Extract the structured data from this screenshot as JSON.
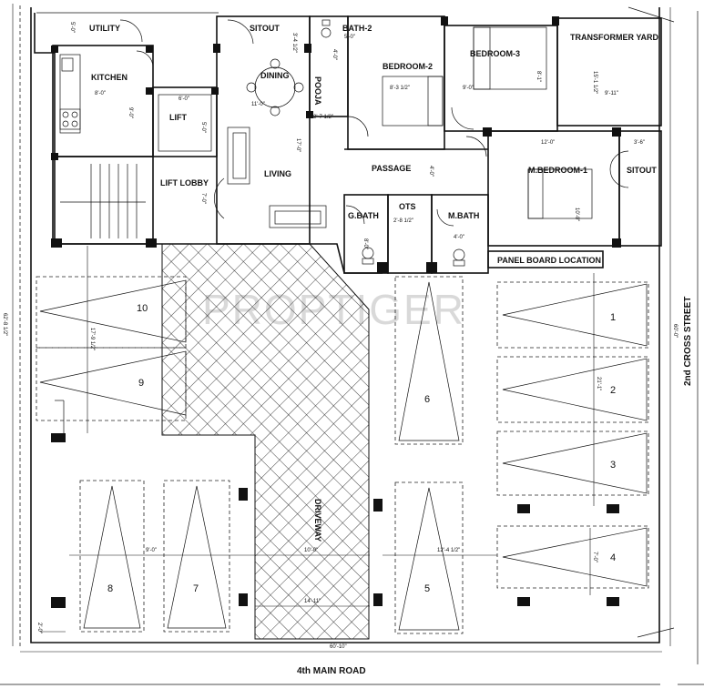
{
  "rooms": {
    "utility": "UTILITY",
    "kitchen": "KITCHEN",
    "lift": "LIFT",
    "lift_lobby": "LIFT LOBBY",
    "sitout_top": "SITOUT",
    "dining": "DINING",
    "living": "LIVING",
    "pooja": "POOJA",
    "bath2": "BATH-2",
    "bedroom2": "BEDROOM-2",
    "bedroom3": "BEDROOM-3",
    "transformer_yard": "TRANSFORMER YARD",
    "passage": "PASSAGE",
    "mbedroom1": "M.BEDROOM-1",
    "sitout_right": "SITOUT",
    "gbath": "G.BATH",
    "ots": "OTS",
    "mbath": "M.BATH",
    "panel_board": "PANEL BOARD LOCATION",
    "driveway": "DRIVEWAY"
  },
  "dimensions": {
    "utility": "5'-0\"",
    "kitchen": "8'-0\"",
    "kitchen_v": "9'-0\"",
    "lift": "6'-0\"",
    "lift_v": "5'-0\"",
    "lift_lobby_v": "7'-0\"",
    "dining": "11'-0\"",
    "sitout_v": "3'-4 1/2\"",
    "living_v": "17'-0\"",
    "pooja": "2'-7 1/2\"",
    "pooja_v": "4'-0\"",
    "bath2": "5'-0\"",
    "bedroom2": "8'-3 1/2\"",
    "bedroom3": "9'-0\"",
    "bedroom3_v": "8'-1\"",
    "transformer_v": "15'-1 1/2\"",
    "transformer": "9'-11\"",
    "mbedroom1": "12'-0\"",
    "mbedroom1_v": "10'-0\"",
    "sitout_right": "3'-6\"",
    "passage_v": "4'-0\"",
    "gbath_v": "8'-0\"",
    "ots": "2'-8 1/2\"",
    "mbath": "4'-0\"",
    "parking_left_v": "17'-9 1/2\"",
    "parking_right_v": "21'-1\"",
    "bay4_v": "7'-0\"",
    "bay8_w": "9'-0\"",
    "drive_w": "10'-0\"",
    "bay5_w": "12'-4 1/2\"",
    "drive_bottom": "14'-11\"",
    "bottom_small": "2'-0\"",
    "bottom_total": "60'-10\"",
    "left_total": "62'-8 1/2\"",
    "right_total": "60'-0\""
  },
  "parking_bays": [
    "1",
    "2",
    "3",
    "4",
    "5",
    "6",
    "7",
    "8",
    "9",
    "10"
  ],
  "roads": {
    "bottom": "4th MAIN ROAD",
    "right": "2nd CROSS STREET"
  },
  "watermark": "PROPTIGER"
}
